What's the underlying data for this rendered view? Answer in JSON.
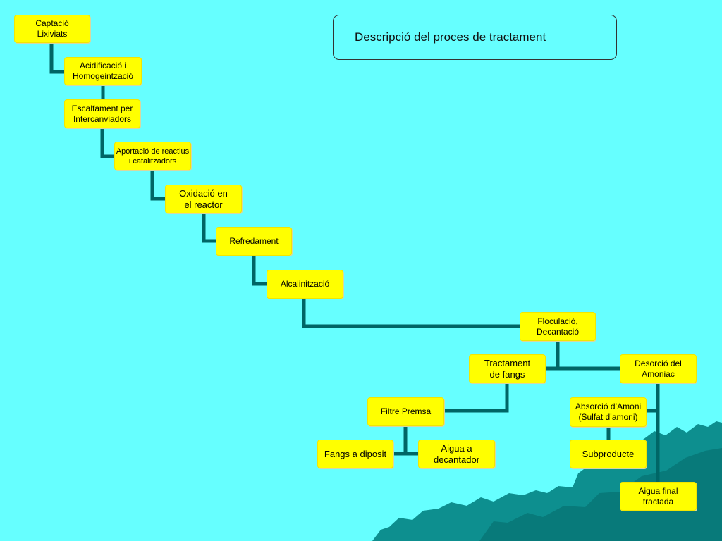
{
  "title": "Descripció del proces de tractament",
  "colors": {
    "background": "#66ffff",
    "node": "#ffff00",
    "connector": "#006666",
    "rock": "#0d8f8f"
  },
  "nodes": {
    "captacio": "Captació\nLixiviats",
    "acidificacio": "Acidificació i\nHomogeintzació",
    "escalfament": "Escalfament per\nIntercanviadors",
    "aportacio": "Aportació de reactius\ni catalitzadors",
    "oxidacio": "Oxidació en\nel reactor",
    "refredament": "Refredament",
    "alcalinitzacio": "Alcalinització",
    "floculacio": "Floculació,\nDecantació",
    "tractament_fangs": "Tractament\nde fangs",
    "desorcio": "Desorció del\nAmoniac",
    "filtre_premsa": "Filtre Premsa",
    "absorcio": "Absorció d’Amoni\n(Sulfat d’amoni)",
    "fangs_diposit": "Fangs a diposit",
    "aigua_decantador": "Aigua a\ndecantador",
    "subproducte": "Subproducte",
    "aigua_final": "Aigua final\ntractada"
  }
}
